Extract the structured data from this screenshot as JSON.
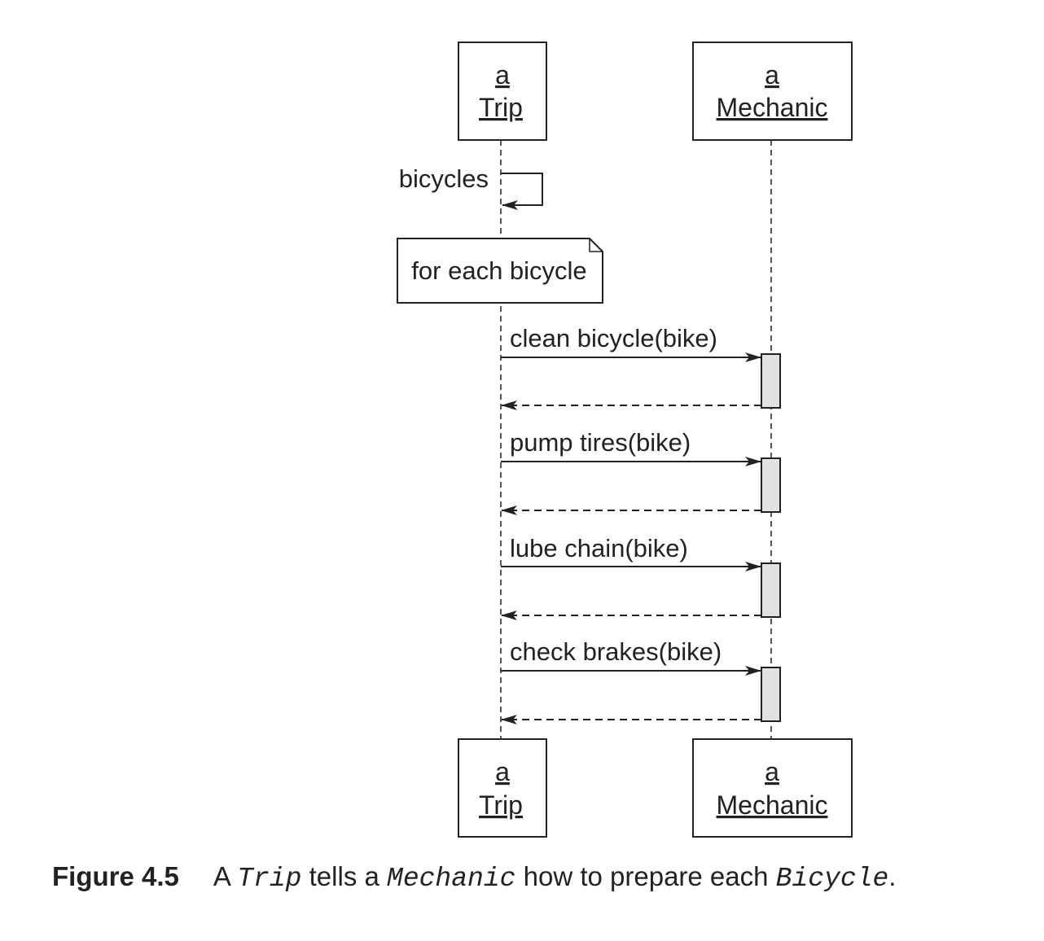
{
  "participants": {
    "trip": {
      "article": "a",
      "name": "Trip"
    },
    "mechanic": {
      "article": "a",
      "name": "Mechanic"
    }
  },
  "self_message": "bicycles",
  "loop_note": "for each bicycle",
  "messages": [
    "clean bicycle(bike)",
    "pump tires(bike)",
    "lube chain(bike)",
    "check brakes(bike)"
  ],
  "caption": {
    "label": "Figure 4.5",
    "p1": "A ",
    "c1": "Trip",
    "p2": " tells a ",
    "c2": "Mechanic",
    "p3": " how to prepare each ",
    "c3": "Bicycle",
    "p4": "."
  }
}
